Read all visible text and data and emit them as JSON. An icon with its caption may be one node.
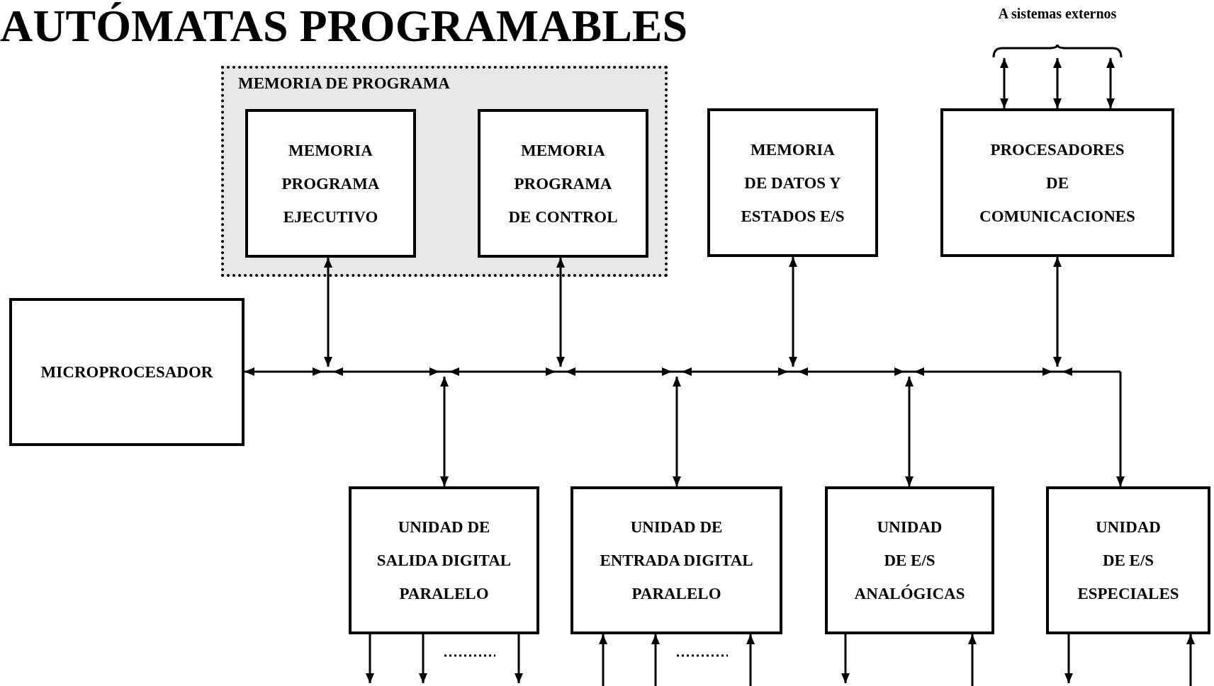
{
  "diagram": {
    "title": "AUTÓMATAS PROGRAMABLES",
    "nodes": [
      {
        "text": [
          "MEMORIA DE PROGRAMA"
        ]
      },
      {
        "text": [
          "MEMORIA PROGRAMA EJECUTIVO"
        ],
        "in": 0
      },
      {
        "text": [
          "MEMORIA PROGRAMA DE CONTROL"
        ],
        "in": 0
      },
      {
        "text": [
          "MEMORIA DE DATOS Y ESTADOS E/S"
        ]
      },
      {
        "text": [
          "PROCESADORES DE COMUNICACIONES"
        ]
      },
      {
        "text": [
          "A sistemas externos"
        ]
      },
      {
        "text": [
          "MICROPROCESADOR"
        ]
      },
      {
        "text": [],
        "shape": "bar"
      },
      {
        "text": [
          "UNIDAD DE SALIDA DIGITAL PARALELO"
        ]
      },
      {
        "text": [
          "UNIDAD DE ENTRADA DIGITAL PARALELO"
        ]
      },
      {
        "text": [
          "UNIDAD DE E/S ANALÓGICAS"
        ]
      },
      {
        "text": [
          "UNIDAD DE E/S ESPECIALES"
        ]
      }
    ],
    "edges": [
      {
        "from": 6,
        "to": 7,
        "arrow": "both"
      },
      {
        "from": 1,
        "to": 7,
        "arrow": "both"
      },
      {
        "from": 2,
        "to": 7,
        "arrow": "both"
      },
      {
        "from": 3,
        "to": 7,
        "arrow": "both"
      },
      {
        "from": 4,
        "to": 7,
        "arrow": "both"
      },
      {
        "from": 7,
        "to": 8,
        "arrow": "both"
      },
      {
        "from": 7,
        "to": 9,
        "arrow": "both"
      },
      {
        "from": 7,
        "to": 10,
        "arrow": "both"
      },
      {
        "from": 7,
        "to": 11,
        "arrow": "to"
      },
      {
        "from": 4,
        "to": 5,
        "arrow": "both"
      },
      {
        "from": 4,
        "to": 5,
        "arrow": "both"
      },
      {
        "from": 4,
        "to": 5,
        "arrow": "both"
      },
      {
        "from": 8,
        "to": null,
        "arrow": "to"
      },
      {
        "from": 8,
        "to": null,
        "arrow": "to"
      },
      {
        "from": 8,
        "to": null,
        "arrow": "to"
      },
      {
        "from": null,
        "to": 9,
        "arrow": "to"
      },
      {
        "from": null,
        "to": 9,
        "arrow": "to"
      },
      {
        "from": null,
        "to": 9,
        "arrow": "to"
      },
      {
        "from": 10,
        "to": null,
        "arrow": "to"
      },
      {
        "from": null,
        "to": 10,
        "arrow": "to"
      },
      {
        "from": 11,
        "to": null,
        "arrow": "to"
      },
      {
        "from": null,
        "to": 11,
        "arrow": "to"
      }
    ]
  }
}
